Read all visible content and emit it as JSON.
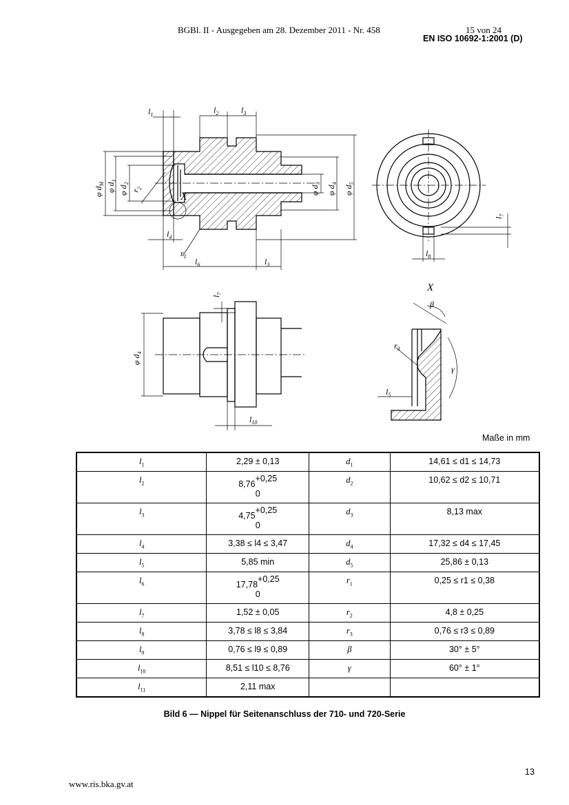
{
  "header": {
    "gazette": "BGBl. II - Ausgegeben am 28. Dezember 2011 - Nr. 458",
    "page_of": "15 von 24",
    "standard": "EN ISO 10692-1:2001 (D)"
  },
  "drawing": {
    "labels": {
      "l1": "l",
      "l1_sub": "1",
      "l2": "l",
      "l2_sub": "2",
      "l3": "l",
      "l3_sub": "3",
      "l4": "l",
      "l4_sub": "4",
      "l5": "l",
      "l5_sub": "5",
      "l6": "l",
      "l6_sub": "6",
      "l7": "l",
      "l7_sub": "7",
      "l8": "l",
      "l8_sub": "8",
      "l10": "l",
      "l10_sub": "10",
      "dM": "φ d",
      "dM_sub": "M",
      "d1": "φ d",
      "d1_sub": "1",
      "d2": "φ d",
      "d2_sub": "2",
      "d3": "φ d",
      "d3_sub": "3",
      "d4": "φ d",
      "d4_sub": "4",
      "d5": "φ d",
      "d5_sub": "5",
      "r2": "r",
      "r2_sub": "2",
      "r3": "r",
      "r3_sub": "3",
      "r1": "r",
      "r1_sub": "1",
      "x_mark": "X",
      "detail_x": "X",
      "beta": "β",
      "gamma": "γ"
    }
  },
  "units_note": "Maße in mm",
  "table": {
    "rows": [
      {
        "s1": "l",
        "s1_sub": "1",
        "v1": "2,29 ± 0,13",
        "s2": "d",
        "s2_sub": "1",
        "v2": "14,61 ≤ d1 ≤ 14,73"
      },
      {
        "s1": "l",
        "s1_sub": "2",
        "v1_base": "8,76",
        "v1_up": "+0,25",
        "v1_lo": "0",
        "s2": "d",
        "s2_sub": "2",
        "v2": "10,62 ≤ d2 ≤ 10,71"
      },
      {
        "s1": "l",
        "s1_sub": "3",
        "v1_base": "4,75",
        "v1_up": "+0,25",
        "v1_lo": "0",
        "s2": "d",
        "s2_sub": "3",
        "v2": "8,13 max"
      },
      {
        "s1": "l",
        "s1_sub": "4",
        "v1": "3,38 ≤ l4 ≤ 3,47",
        "s2": "d",
        "s2_sub": "4",
        "v2": "17,32 ≤ d4 ≤ 17,45"
      },
      {
        "s1": "l",
        "s1_sub": "5",
        "v1": "5,85 min",
        "s2": "d",
        "s2_sub": "5",
        "v2": "25,86 ± 0,13"
      },
      {
        "s1": "l",
        "s1_sub": "6",
        "v1_base": "17,78",
        "v1_up": "+0,25",
        "v1_lo": "0",
        "s2": "r",
        "s2_sub": "1",
        "v2": "0,25 ≤ r1 ≤ 0,38"
      },
      {
        "s1": "l",
        "s1_sub": "7",
        "v1": "1,52 ± 0,05",
        "s2": "r",
        "s2_sub": "2",
        "v2": "4,8 ± 0,25"
      },
      {
        "s1": "l",
        "s1_sub": "8",
        "v1": "3,78 ≤ l8 ≤ 3,84",
        "s2": "r",
        "s2_sub": "3",
        "v2": "0,76 ≤ r3 ≤ 0,89"
      },
      {
        "s1": "l",
        "s1_sub": "9",
        "v1": "0,76 ≤ l9 ≤ 0,89",
        "s2": "β",
        "s2_sub": "",
        "v2": "30° ± 5°"
      },
      {
        "s1": "l",
        "s1_sub": "10",
        "v1": "8,51 ≤ l10 ≤ 8,76",
        "s2": "γ",
        "s2_sub": "",
        "v2": "60° ± 1°"
      },
      {
        "s1": "l",
        "s1_sub": "11",
        "v1": "2,11 max",
        "s2": "",
        "s2_sub": "",
        "v2": ""
      }
    ]
  },
  "caption": "Bild 6 — Nippel für Seitenanschluss der 710- und 720-Serie",
  "page_number": "13",
  "footer_url": "www.ris.bka.gv.at"
}
